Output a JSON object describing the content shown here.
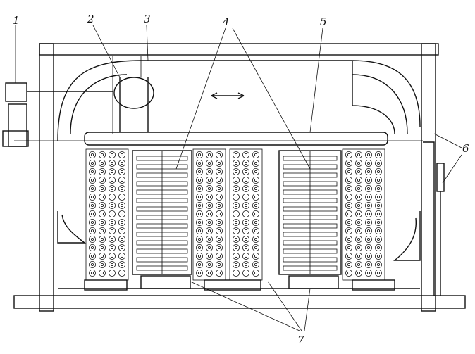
{
  "diagram": {
    "callouts": [
      "1",
      "2",
      "3",
      "4",
      "5",
      "6",
      "7"
    ],
    "arrow_symbol": "↔"
  },
  "colors": {
    "ink": "#111111",
    "paper": "#ffffff"
  }
}
